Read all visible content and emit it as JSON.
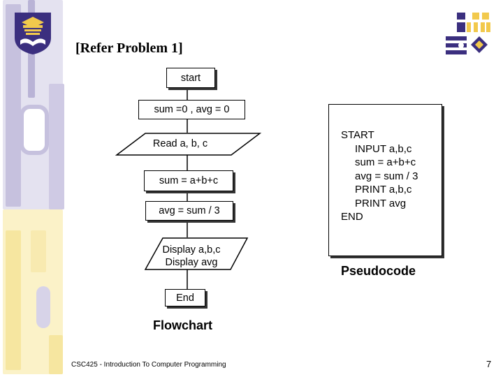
{
  "slide": {
    "title": "[Refer Problem 1]",
    "footer": "CSC425 - Introduction To Computer Programming",
    "page_number": "7"
  },
  "flowchart": {
    "caption": "Flowchart",
    "start": "start",
    "init": "sum =0 , avg = 0",
    "input": "Read a, b, c",
    "process_sum": "sum = a+b+c",
    "process_avg": "avg = sum / 3",
    "output_line1": "Display a,b,c",
    "output_line2": "Display avg",
    "end": "End"
  },
  "pseudocode": {
    "caption": "Pseudocode",
    "lines": [
      "START",
      "INPUT a,b,c",
      "sum = a+b+c",
      "avg = sum / 3",
      "PRINT a,b,c",
      "PRINT avg",
      "END"
    ]
  },
  "colors": {
    "purple": "#3b2f7f",
    "gold": "#f2c94c",
    "pale_yellow": "#fbf2c8",
    "lavender": "#c9c4de"
  }
}
